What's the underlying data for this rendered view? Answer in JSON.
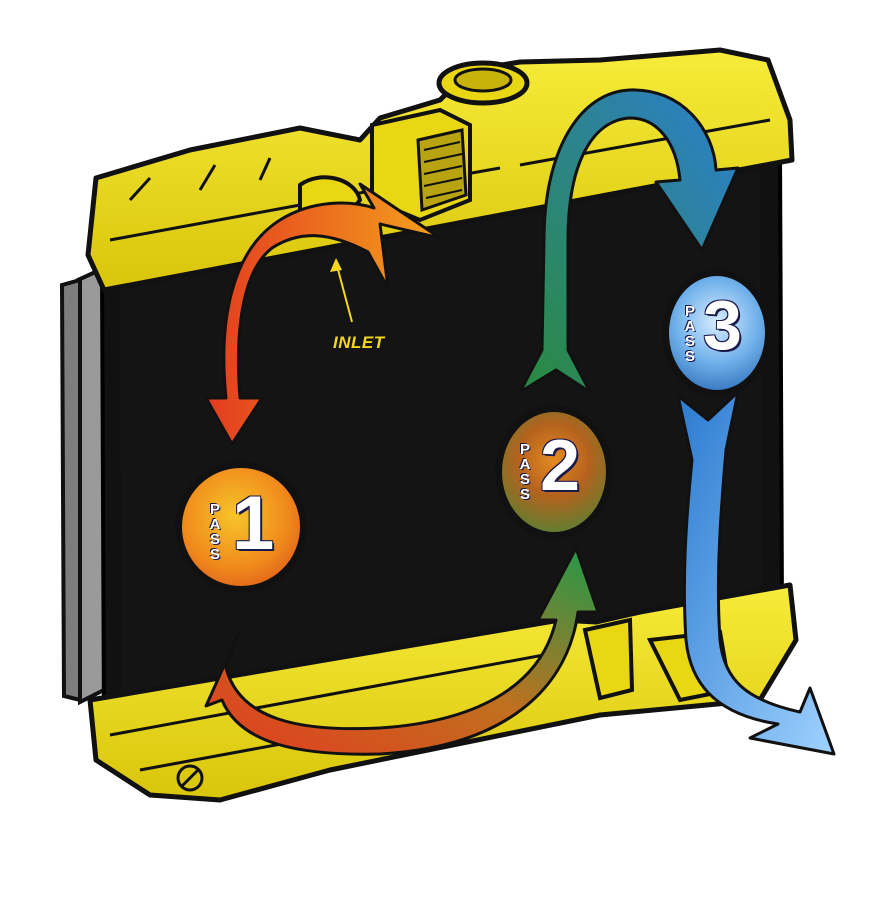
{
  "labels": {
    "inlet": "INLET"
  },
  "passes": [
    {
      "word": "PASS",
      "number": "1",
      "color": "#f08a1c"
    },
    {
      "word": "PASS",
      "number": "2",
      "color": "#3d8a3a"
    },
    {
      "word": "PASS",
      "number": "3",
      "color": "#6fb0ea"
    }
  ],
  "colors": {
    "tank": "#f2e011",
    "core": "#111111",
    "pass1_arrow": "#e4421c",
    "pass2_arrow": "#1e8a4e",
    "pass3_arrow": "#2f7ccc"
  }
}
